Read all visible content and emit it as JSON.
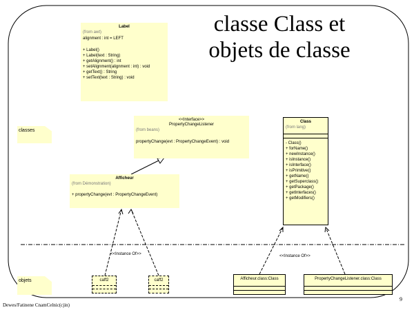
{
  "title": {
    "line1": "classe Class et",
    "line2": "objets de classe"
  },
  "label_class": {
    "name": "Label",
    "from": "(from awt)",
    "attribute": "alignment : int = LEFT",
    "operations": [
      "+ Label()",
      "+ Label(text : String)",
      "+ getAlignment() : int",
      "+ setAlignment(alignment : int) : void",
      "+ getText() : String",
      "+ setText(text : String) : void"
    ]
  },
  "interface_class": {
    "stereotype": "<<Interface>>",
    "name": "PropertyChangeListener",
    "from": "(from beans)",
    "operation": "propertyChange(evt : PropertyChangeEvent) : void"
  },
  "afficheur_class": {
    "name": "Afficheur",
    "from": "(from Démonstration)",
    "operation": "+ propertyChange(evt : PropertyChangeEvent)"
  },
  "class_class": {
    "name": "Class",
    "from": "(from lang)",
    "operations": [
      "- Class()",
      "+ forName()",
      "+ newInstance()",
      "+ isInstance()",
      "+ isInterface()",
      "+ isPrimitive()",
      "+ getName()",
      "+ getSuperclass()",
      "+ getPackage()",
      "+ getInterfaces()",
      "+ getModifiers()"
    ]
  },
  "notes": {
    "classes": "classes",
    "objets": "objets"
  },
  "objects": {
    "caff1": "caff2",
    "caff2": "caff2",
    "afficheur_class": "Afficheur.class:Class",
    "pcl_class": "PropertyChangeListener.class:Class"
  },
  "stereotypes": {
    "left": "<<Instance Of>>",
    "right": "<<Instance Of>>"
  },
  "footer": {
    "author": "Dewes/Fatinene CnamCelnic(cjin)",
    "page": "9"
  }
}
